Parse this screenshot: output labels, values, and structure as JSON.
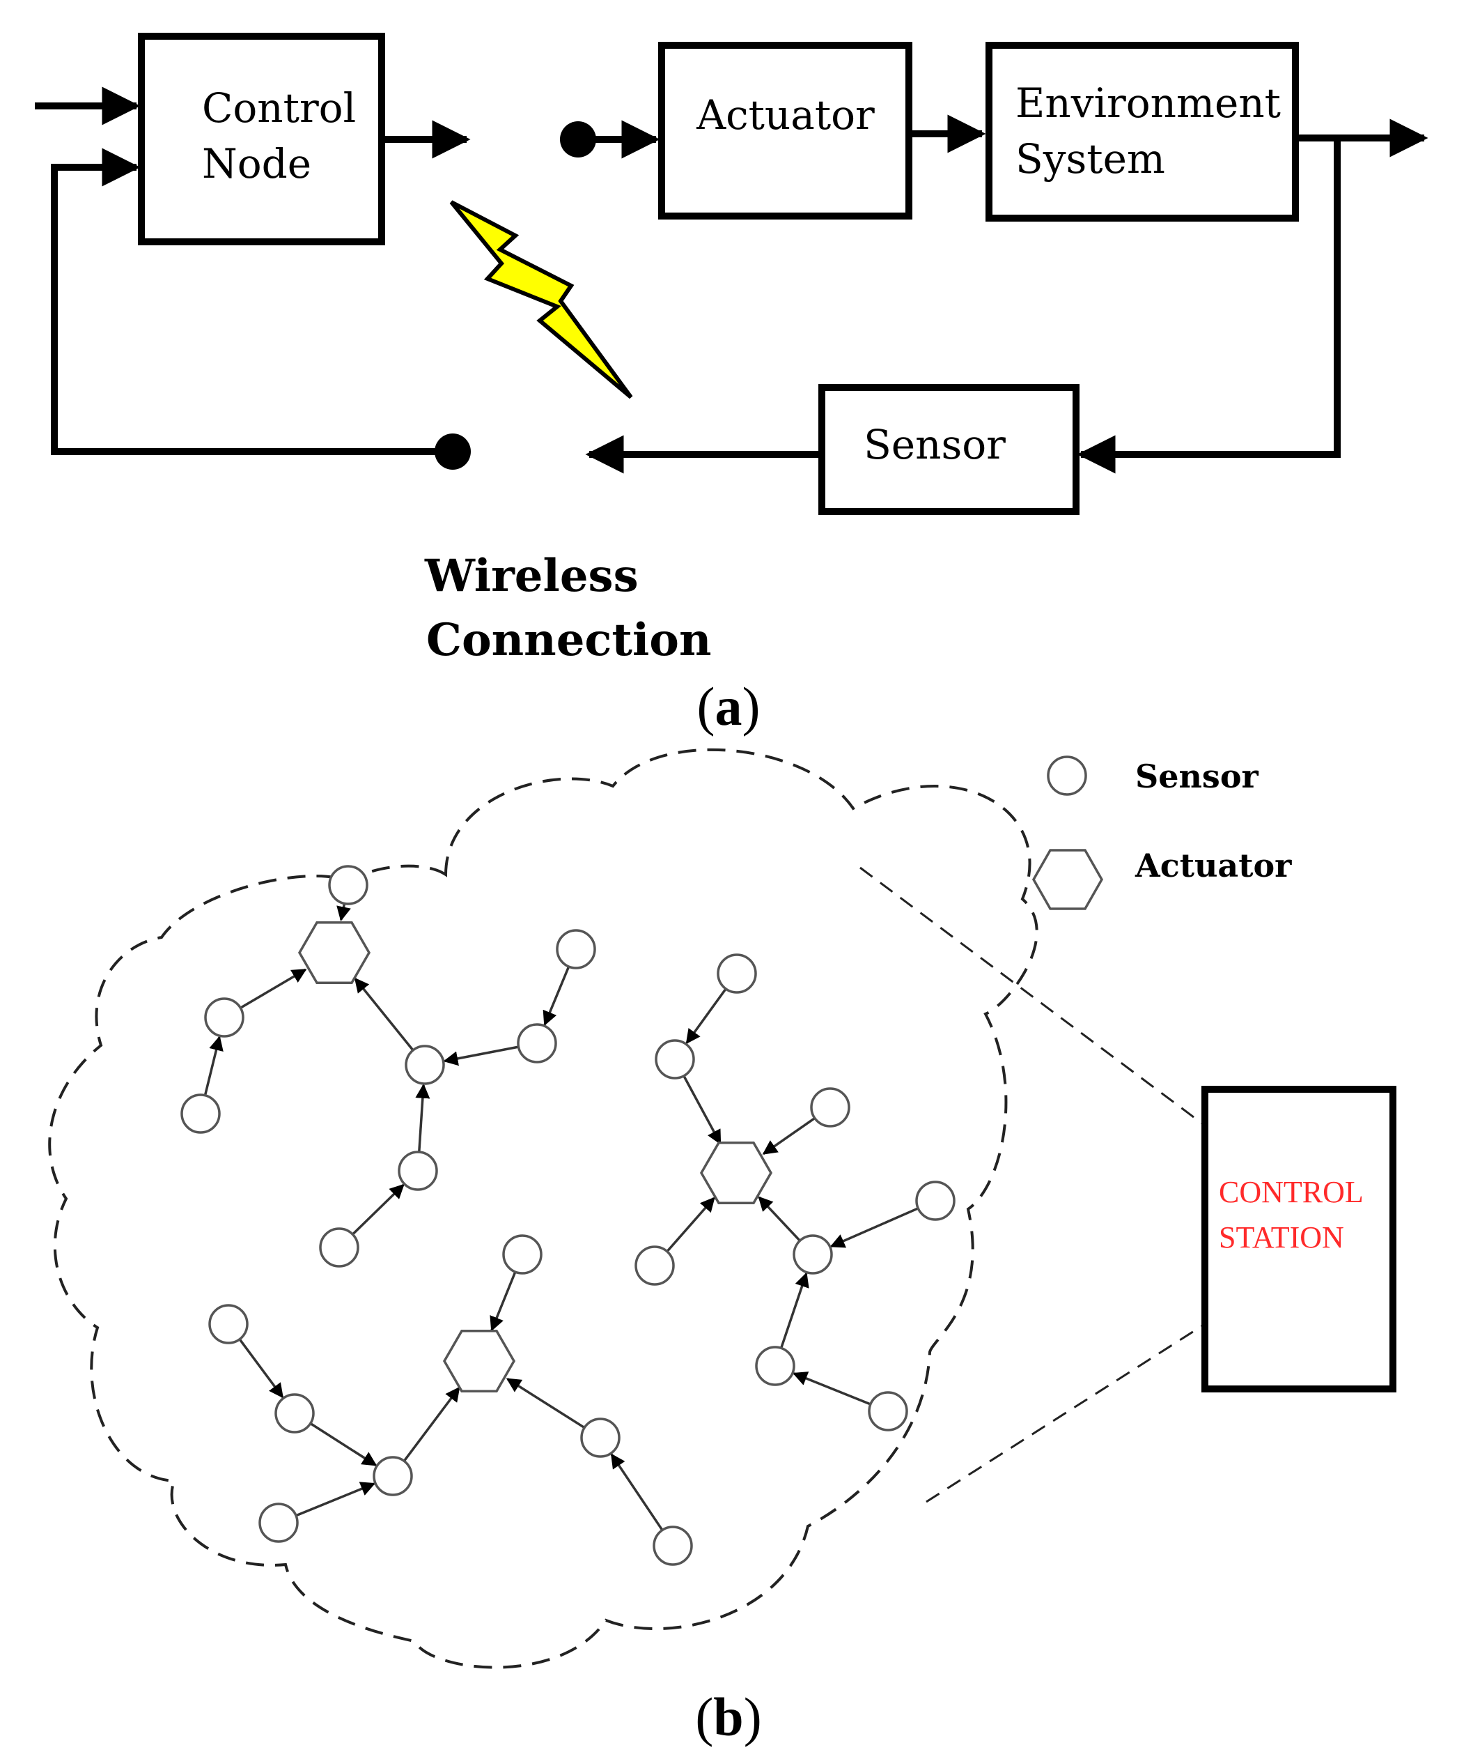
{
  "panel_a": {
    "control_node": [
      "Control",
      "Node"
    ],
    "actuator": "Actuator",
    "environment": [
      "Environment",
      "System"
    ],
    "sensor": "Sensor",
    "wireless": [
      "Wireless",
      "Connection"
    ],
    "label": [
      "(",
      "a",
      ")"
    ]
  },
  "panel_b": {
    "legend": {
      "sensor": "Sensor",
      "actuator": "Actuator"
    },
    "station": [
      "CONTROL",
      "STATION"
    ],
    "label": [
      "(",
      "b",
      ")"
    ]
  },
  "colors": {
    "lightning": "#ffff00",
    "station_text": "#ff2a2a"
  }
}
